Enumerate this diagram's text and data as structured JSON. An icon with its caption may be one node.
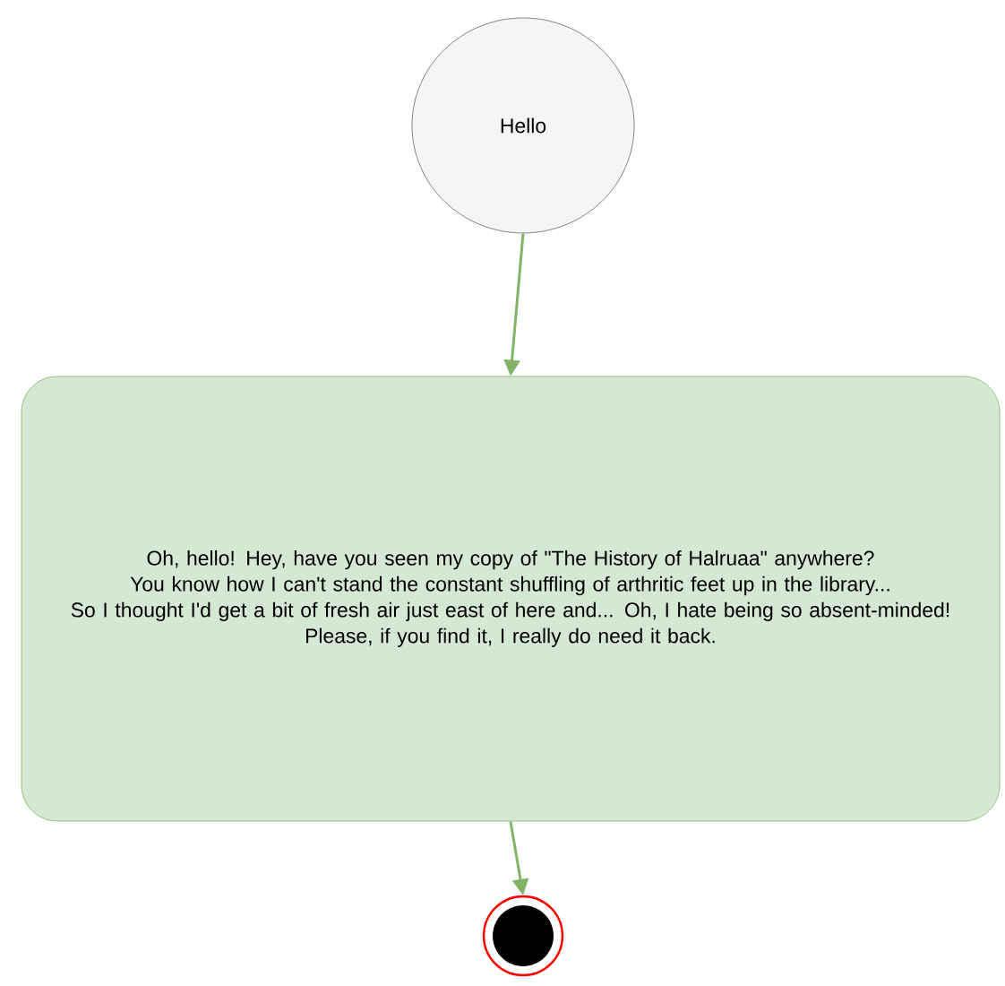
{
  "diagram": {
    "nodes": [
      {
        "text": [
          "Hello"
        ]
      },
      {
        "text": [
          "Oh, hello! Hey, have you seen my copy of \"The History of Halruaa\" anywhere?",
          "You know how I can't stand the constant shuffling of arthritic feet up in the library...",
          "So I thought I'd get a bit of fresh air just east of here and... Oh, I hate being so absent-minded!",
          "Please, if you find it, I really do need it back."
        ]
      },
      {
        "text": [],
        "shape": "circle"
      }
    ],
    "edges": [
      {
        "from": 0,
        "to": 1,
        "arrow": "to"
      },
      {
        "from": 1,
        "to": 2,
        "arrow": "to"
      }
    ]
  }
}
